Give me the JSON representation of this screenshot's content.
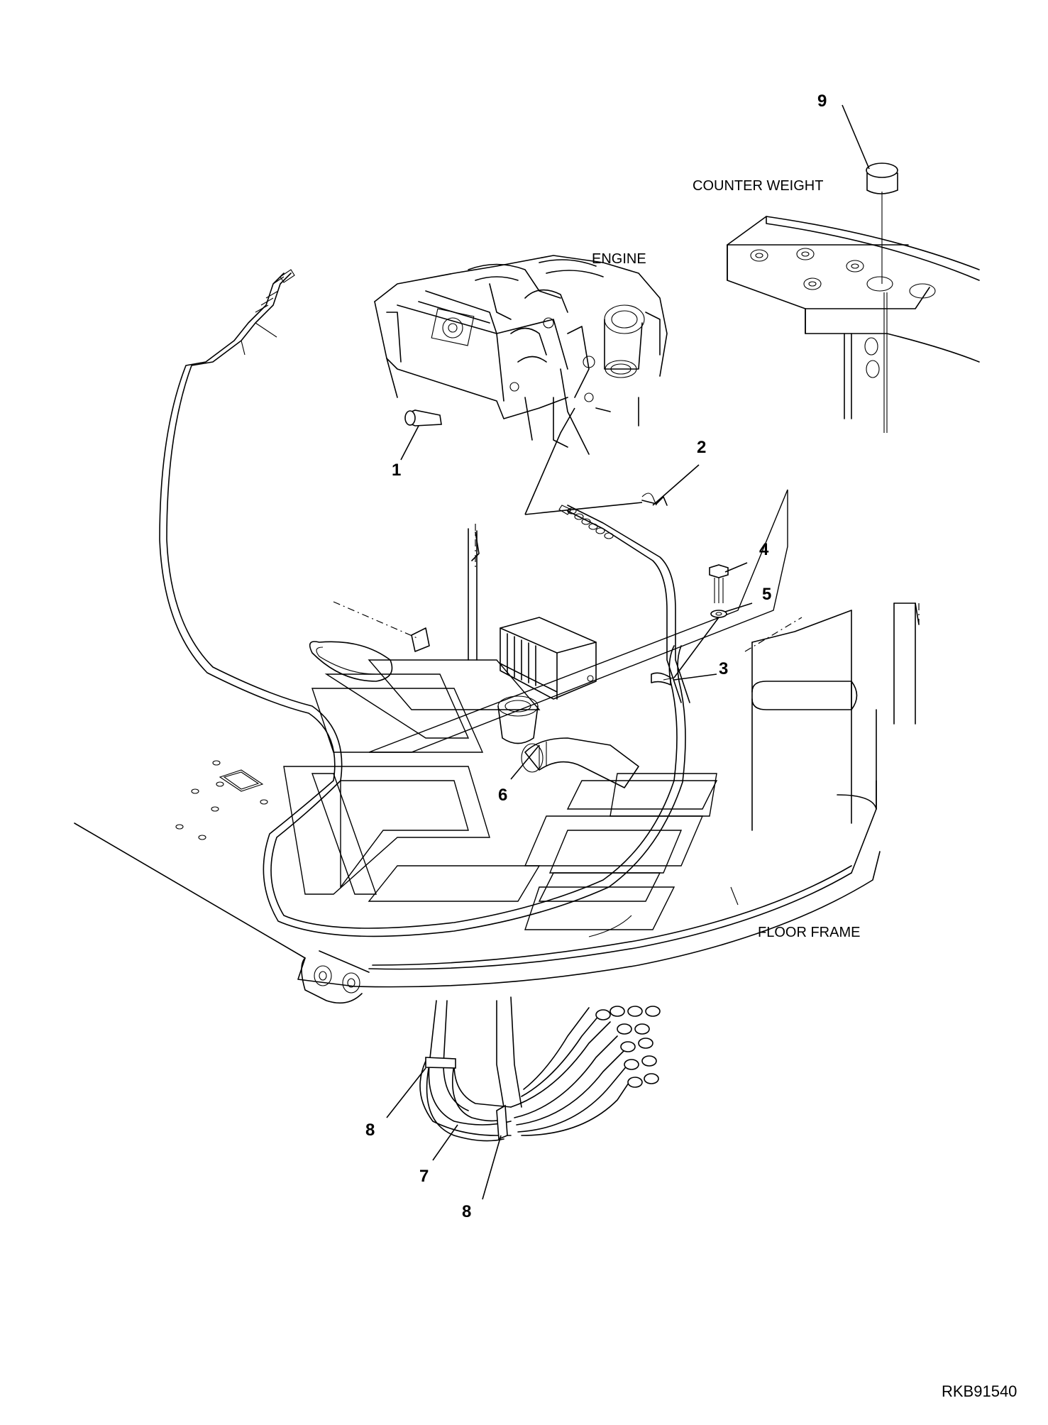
{
  "labels": {
    "counter_weight": "COUNTER WEIGHT",
    "engine": "ENGINE",
    "floor_frame": "FLOOR FRAME"
  },
  "callouts": {
    "c1": "1",
    "c2": "2",
    "c3": "3",
    "c4": "4",
    "c5": "5",
    "c6": "6",
    "c7": "7",
    "c8a": "8",
    "c8b": "8",
    "c9": "9"
  },
  "drawing_ref": "RKB91540"
}
